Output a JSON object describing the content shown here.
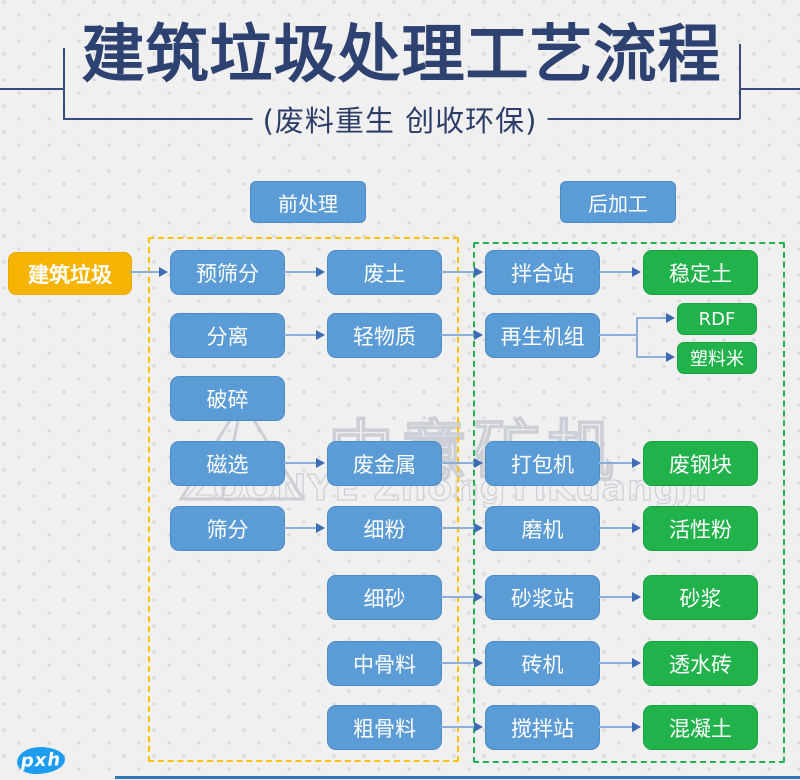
{
  "title": "建筑垃圾处理工艺流程",
  "subtitle": "(废料重生  创收环保)",
  "section_headers": {
    "pre": "前处理",
    "post": "后加工"
  },
  "source": {
    "label": "建筑垃圾"
  },
  "columns": {
    "col1": [
      "预筛分",
      "分离",
      "破碎",
      "磁选",
      "筛分"
    ],
    "col2": [
      "废土",
      "轻物质",
      "废金属",
      "细粉",
      "细砂",
      "中骨料",
      "粗骨料"
    ],
    "col3": [
      "拌合站",
      "再生机组",
      "打包机",
      "磨机",
      "砂浆站",
      "砖机",
      "搅拌站"
    ],
    "col4": [
      "稳定土",
      "废钢块",
      "活性粉",
      "砂浆",
      "透水砖",
      "混凝土"
    ],
    "branch": [
      "RDF",
      "塑料米"
    ]
  },
  "flows": [
    "建筑垃圾 → 预筛分 → 废土 → 拌合站 → 稳定土",
    "分离 → 轻物质 → 再生机组 → RDF / 塑料米",
    "破碎",
    "磁选 → 废金属 → 打包机 → 废钢块",
    "筛分 → 细粉 → 磨机 → 活性粉",
    "细砂 → 砂浆站 → 砂浆",
    "中骨料 → 砖机 → 透水砖",
    "粗骨料 → 搅拌站 → 混凝土"
  ],
  "watermark": {
    "cn": "中意矿机",
    "en": "ZOONYE ZhongYiKuangJi"
  },
  "signature": "pxh",
  "colors": {
    "title_navy": "#2d4270",
    "node_blue": "#5c9cd6",
    "node_green": "#21b24c",
    "source_yellow": "#f6b402",
    "dashed_yellow": "#ffc104",
    "dashed_green": "#22b14c",
    "arrow_head": "#3d6cb4",
    "signature_blue": "#1e9cf0"
  }
}
